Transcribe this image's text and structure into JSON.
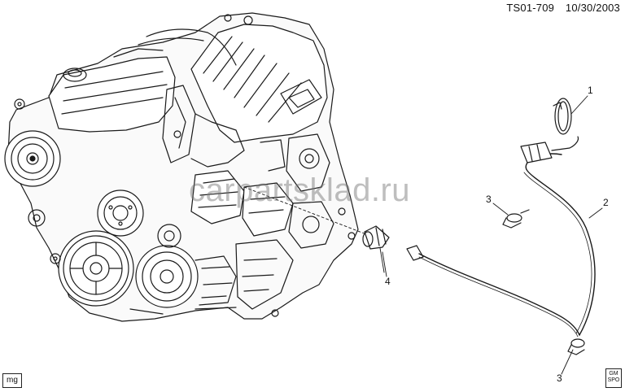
{
  "header": {
    "code": "TS01-709",
    "date": "10/30/2003"
  },
  "callouts": [
    {
      "id": "c1",
      "text": "1"
    },
    {
      "id": "c2",
      "text": "2"
    },
    {
      "id": "c3a",
      "text": "3"
    },
    {
      "id": "c3b",
      "text": "3"
    },
    {
      "id": "c4",
      "text": "4"
    }
  ],
  "watermark": "carpartsklad.ru",
  "corner_badge_left": "mg",
  "corner_badge_right": "GM SPO",
  "colors": {
    "line": "#1a1a1a",
    "paper": "#ffffff",
    "watermark": "#6e6e6e"
  }
}
